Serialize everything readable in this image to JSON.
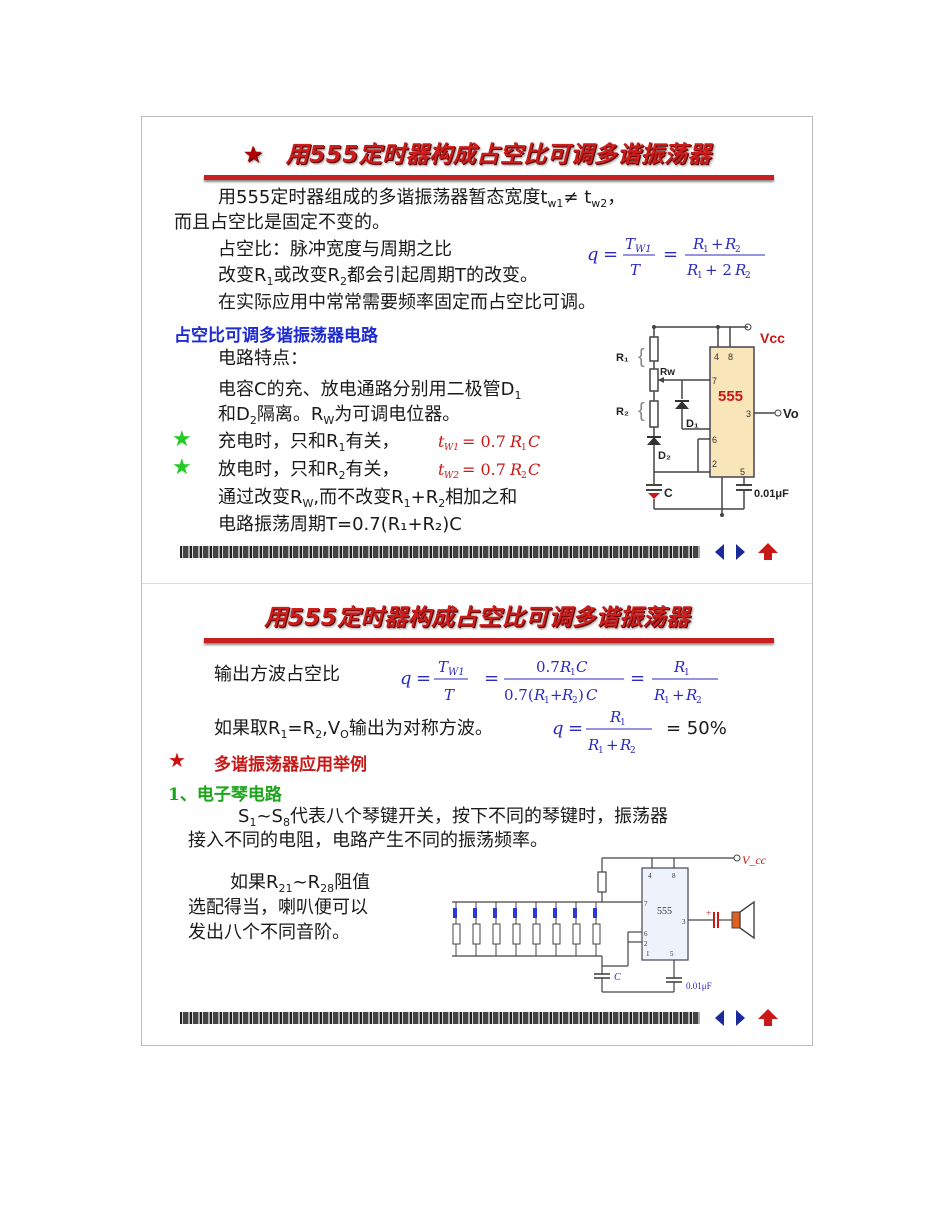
{
  "slide1": {
    "title_star": "★",
    "title": "用555定时器构成占空比可调多谐振荡器",
    "para1_a": "用555定时器组成的多谐振荡器暂态宽度t",
    "para1_sub1": "w1",
    "para1_neq": "≠",
    "para1_b": " t",
    "para1_sub2": "w2",
    "para1_c": "，",
    "para2": "而且占空比是固定不变的。",
    "duty_label": "占空比：脉冲宽度与周期之比",
    "change_a": "改变R",
    "change_sub1": "1",
    "change_b": "或改变R",
    "change_sub2": "2",
    "change_c": "都会引起周期T的改变。",
    "practice": "在实际应用中常常需要频率固定而占空比可调。",
    "section": "占空比可调多谐振荡器电路",
    "feature": "电路特点：",
    "cap_a": "电容C的充、放电通路分别用二极管D",
    "cap_sub1": "1",
    "cap2_a": "和D",
    "cap2_sub": "2",
    "cap2_b": "隔离。R",
    "cap2_sub2": "W",
    "cap2_c": "为可调电位器。",
    "bullet_star": "★",
    "charge_a": "充电时，只和R",
    "charge_sub": "1",
    "charge_b": "有关，",
    "charge_formula": "t_W1 = 0.7R1C",
    "discharge_a": "放电时，只和R",
    "discharge_sub": "2",
    "discharge_b": "有关，",
    "discharge_formula": "t_W2 = 0.7R2C",
    "adjust_a": "通过改变R",
    "adjust_sub1": "W",
    "adjust_b": ",而不改变R",
    "adjust_sub2": "1",
    "adjust_c": "+R",
    "adjust_sub3": "2",
    "adjust_d": "相加之和",
    "period": "电路振荡周期T=0.7(R₁+R₂)C",
    "formula_q": "q = T_W1/T = (R1+R2)/(R1+2R2)",
    "circuit": {
      "vcc": "Vcc",
      "chip": "555",
      "r1": "R₁",
      "rw": "Rw",
      "r2": "R₂",
      "d1": "D₁",
      "d2": "D₂",
      "c": "C",
      "cap": "0.01μF",
      "vo": "Vo",
      "pin4": "4",
      "pin8": "8",
      "pin7": "7",
      "pin3": "3",
      "pin6": "6",
      "pin2": "2",
      "pin5": "5"
    }
  },
  "slide2": {
    "title": "用555定时器构成占空比可调多谐振荡器",
    "output_label": "输出方波占空比",
    "formula_full": "q = T_W1/T = 0.7R1C/(0.7(R1+R2)C) = R1/(R1+R2)",
    "sym_a": "如果取R",
    "sym_sub1": "1",
    "sym_b": "=R",
    "sym_sub2": "2",
    "sym_c": ",V",
    "sym_sub3": "O",
    "sym_d": "输出为对称方波。",
    "sym_percent": "= 50%",
    "app_star": "★",
    "app_title": "多谐振荡器应用举例",
    "example": "1、电子琴电路",
    "s_a": "S",
    "s_sub1": "1",
    "s_b": "~S",
    "s_sub2": "8",
    "s_c": "代表八个琴键开关，按下不同的琴键时，振荡器",
    "s_line2": "接入不同的电阻，电路产生不同的振荡频率。",
    "r_a": "如果R",
    "r_sub1": "21",
    "r_b": "~R",
    "r_sub2": "28",
    "r_c": "阻值",
    "r_line2": "选配得当，喇叭便可以",
    "r_line3": "发出八个不同音阶。",
    "circuit": {
      "vcc": "V_cc",
      "chip": "555",
      "c": "C",
      "cap": "0.01μF",
      "pin4": "4",
      "pin8": "8",
      "pin7": "7",
      "pin3": "3",
      "pin6": "6",
      "pin2": "2",
      "pin1": "1",
      "pin5": "5",
      "plus": "+"
    }
  },
  "colors": {
    "title": "#cc1d1d",
    "rule": "#c82020",
    "section_blue": "#1e2bd0",
    "star_green": "#22cc22",
    "formula_red": "#c81818",
    "formula_blue": "#2a2ac0"
  }
}
